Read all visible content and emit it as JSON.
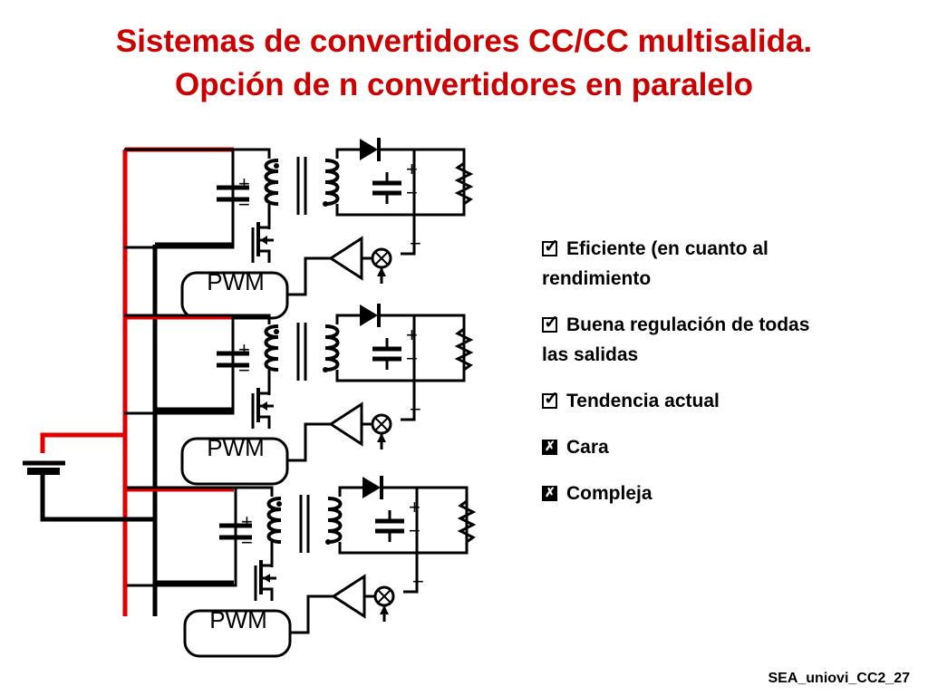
{
  "title": {
    "line1": "Sistemas de convertidores CC/CC multisalida.",
    "line2": "Opción de n convertidores en paralelo"
  },
  "colors": {
    "title": "#cc0000",
    "bus_positive": "#e00000",
    "wire": "#000000"
  },
  "diagram": {
    "pwm_label": "PWM",
    "plus": "+",
    "minus": "−",
    "minus_feedback": "−",
    "components": [
      "battery",
      "capacitor-icon",
      "transformer-icon",
      "diode-icon",
      "mosfet-icon",
      "resistor-load-icon",
      "error-amplifier-icon",
      "summing-junction-icon"
    ]
  },
  "bullets": [
    {
      "icon": "checkbox-checked-icon",
      "glyph": "✓",
      "text1": "Eficiente (en cuanto al",
      "text2": "rendimiento"
    },
    {
      "icon": "checkbox-checked-icon",
      "glyph": "✓",
      "text1": "Buena regulación de todas",
      "text2": "las salidas"
    },
    {
      "icon": "checkbox-checked-icon",
      "glyph": "✓",
      "text1": "Tendencia actual",
      "text2": ""
    },
    {
      "icon": "checkbox-crossed-icon",
      "glyph": "✗",
      "text1": "Cara",
      "text2": ""
    },
    {
      "icon": "checkbox-crossed-icon",
      "glyph": "✗",
      "text1": "Compleja",
      "text2": ""
    }
  ],
  "footer": "SEA_uniovi_CC2_27"
}
